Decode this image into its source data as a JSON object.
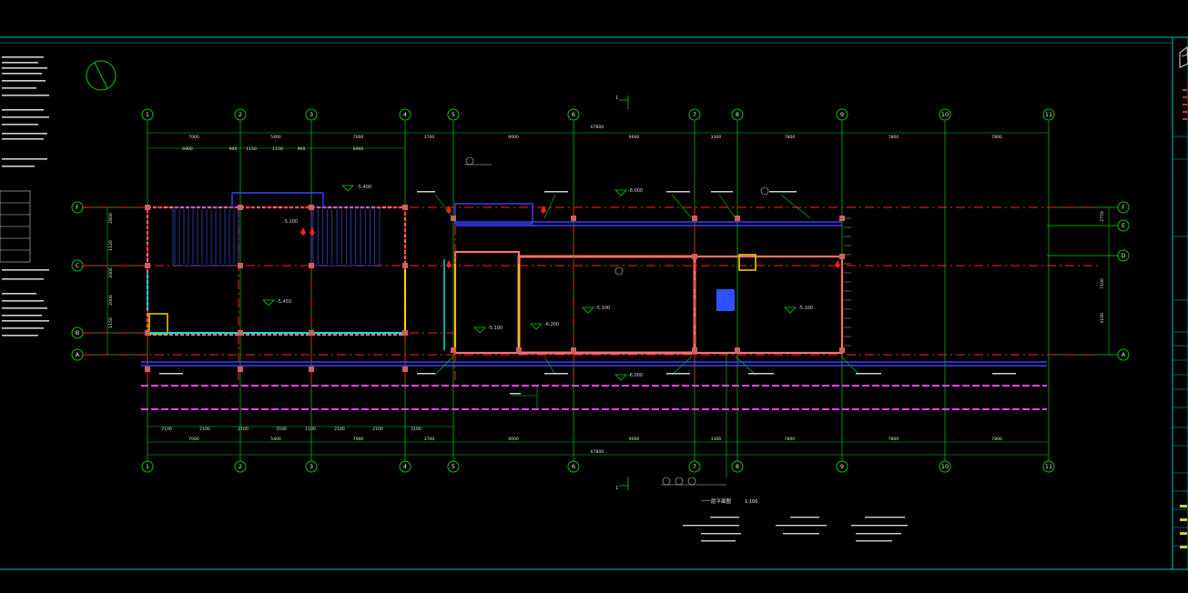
{
  "drawing": {
    "title": "一一层平面图",
    "scale": "1:100",
    "sheet_marker": "1",
    "colors": {
      "axis_line": "#00d000",
      "frame": "#00c0c0",
      "wall": "#ff7070",
      "dashed_axis": "#ff2020",
      "blue_line": "#4040ff",
      "magenta_line": "#ff40ff",
      "bubble": "#00c000"
    }
  },
  "axes": {
    "vertical": [
      "1",
      "2",
      "3",
      "4",
      "5",
      "6",
      "7",
      "8",
      "9",
      "10",
      "11"
    ],
    "horizontal_left": [
      "F",
      "C",
      "B",
      "A"
    ],
    "horizontal_right": [
      "F",
      "E",
      "D",
      "A"
    ]
  },
  "dimensions": {
    "top_segments": [
      "7000",
      "5400",
      "7000",
      "3700",
      "9000",
      "9000",
      "3300",
      "7800",
      "7800",
      "7800"
    ],
    "top_total": "67800",
    "top_sub": [
      "6900",
      "900",
      "1150",
      "1150",
      "900",
      "6900"
    ],
    "bottom_segments": [
      "7000",
      "5400",
      "7000",
      "3700",
      "9000",
      "9000",
      "3300",
      "7800",
      "7800",
      "7800"
    ],
    "bottom_total": "67800",
    "bottom_sub": [
      "2100",
      "2100",
      "2100",
      "3100",
      "1100",
      "2100",
      "2100",
      "2100"
    ],
    "left_vertical": [
      "2800",
      "1120",
      "2000",
      "2000",
      "1150"
    ],
    "right_vertical": [
      "2750",
      "7100",
      "3100"
    ]
  },
  "levels": {
    "top_left": "-5.400",
    "left_room": "-5.450",
    "mid_top": "-6.000",
    "mid_room": "-5.100",
    "mid_room2": "-6.200",
    "right_room": "-5.100",
    "left_small": "-5.100",
    "bottom_mid": "-6.000"
  },
  "notes_left": [
    "1.本工程地下室工程...",
    "2.各层均设有安全出口...",
    "3.地下室防水等级为二级",
    "4.构造柱详见结构施工图",
    "5.门窗详见门窗表",
    "6.未注明墙体均为200厚"
  ],
  "notes_bottom": [
    "注：接地做法详见电气施工图",
    "一一层平面图"
  ]
}
